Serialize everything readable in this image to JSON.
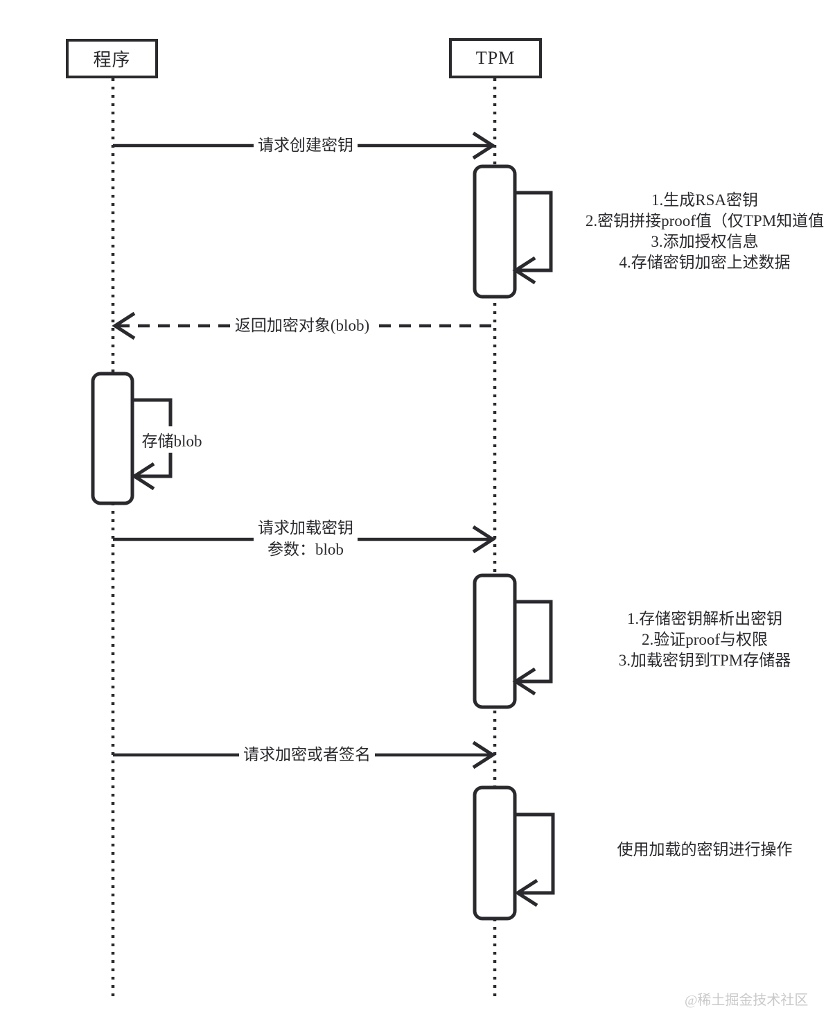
{
  "diagram": {
    "type": "sequence-diagram",
    "actors": [
      {
        "id": "program",
        "label": "程序"
      },
      {
        "id": "tpm",
        "label": "TPM"
      }
    ],
    "messages": [
      {
        "from": "program",
        "to": "tpm",
        "style": "solid",
        "label": "请求创建密钥"
      },
      {
        "from": "tpm",
        "to": "program",
        "style": "dashed",
        "label": "返回加密对象(blob)"
      },
      {
        "from": "program",
        "to": "tpm",
        "style": "solid",
        "label": "请求加载密钥",
        "params": "参数：blob"
      },
      {
        "from": "program",
        "to": "tpm",
        "style": "solid",
        "label": "请求加密或者签名"
      }
    ],
    "self_calls": [
      {
        "on": "program",
        "label": "存储blob"
      }
    ],
    "notes": [
      {
        "attached_to": "tpm-activation-1",
        "lines": [
          "1.生成RSA密钥",
          "2.密钥拼接proof值（仅TPM知道值",
          "3.添加授权信息",
          "4.存储密钥加密上述数据"
        ]
      },
      {
        "attached_to": "tpm-activation-2",
        "lines": [
          "1.存储密钥解析出密钥",
          "2.验证proof与权限",
          "3.加载密钥到TPM存储器"
        ]
      },
      {
        "attached_to": "tpm-activation-3",
        "lines": [
          "使用加载的密钥进行操作"
        ]
      }
    ],
    "watermark": "@稀土掘金技术社区",
    "colors": {
      "stroke": "#2a2a2e",
      "background": "#ffffff",
      "watermark": "#c9c9c9"
    }
  }
}
